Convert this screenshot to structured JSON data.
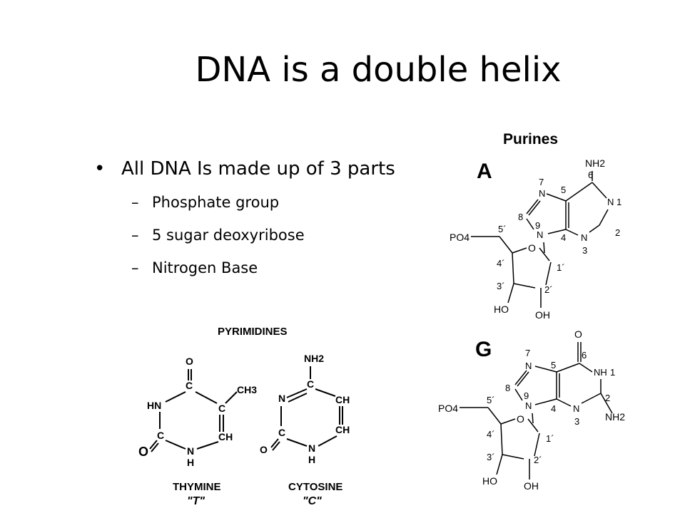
{
  "slide": {
    "title": "DNA is a double helix",
    "bullet": "All DNA Is made up of 3 parts",
    "sub_items": [
      "Phosphate group",
      "5 sugar deoxyribose",
      "Nitrogen Base"
    ]
  },
  "purines": {
    "header": "Purines",
    "a": {
      "letter": "A",
      "nh2": "NH2",
      "n1": "N",
      "num1": "1",
      "num2": "2",
      "n3": "N",
      "num3": "3",
      "n4": "4",
      "n5": "5",
      "n6": "6",
      "n7": "N",
      "num7": "7",
      "num8": "8",
      "n9": "N",
      "num9": "9",
      "po4": "PO4",
      "c5p": "5´",
      "o": "O",
      "c4p": "4´",
      "c1p": "1´",
      "c3p": "3´",
      "c2p": "2´",
      "ho": "HO",
      "oh": "OH"
    },
    "g": {
      "letter": "G",
      "o_top": "O",
      "nh1": "NH",
      "num1": "1",
      "num2": "2",
      "n3": "N",
      "num3": "3",
      "nh2": "NH2",
      "n4": "4",
      "n5": "5",
      "n6": "6",
      "n7": "N",
      "num7": "7",
      "num8": "8",
      "n9": "N",
      "num9": "9",
      "po4": "PO4",
      "c5p": "5´",
      "o": "O",
      "c4p": "4´",
      "c1p": "1´",
      "c3p": "3´",
      "c2p": "2´",
      "ho": "HO",
      "oh": "OH"
    }
  },
  "pyrimidines": {
    "header": "PYRIMIDINES",
    "thymine": {
      "o_top": "O",
      "c_top": "C",
      "ch3": "CH3",
      "hn": "HN",
      "c_right": "C",
      "c_left": "C",
      "ch": "CH",
      "o_left": "O",
      "n_bottom": "N",
      "h_bottom": "H",
      "name": "THYMINE",
      "code": "\"T\""
    },
    "cytosine": {
      "nh2": "NH2",
      "c_top": "C",
      "n_left": "N",
      "ch1": "CH",
      "c_left": "C",
      "ch2": "CH",
      "o_left": "O",
      "n_bottom": "N",
      "h_bottom": "H",
      "name": "CYTOSINE",
      "code": "\"C\""
    }
  }
}
